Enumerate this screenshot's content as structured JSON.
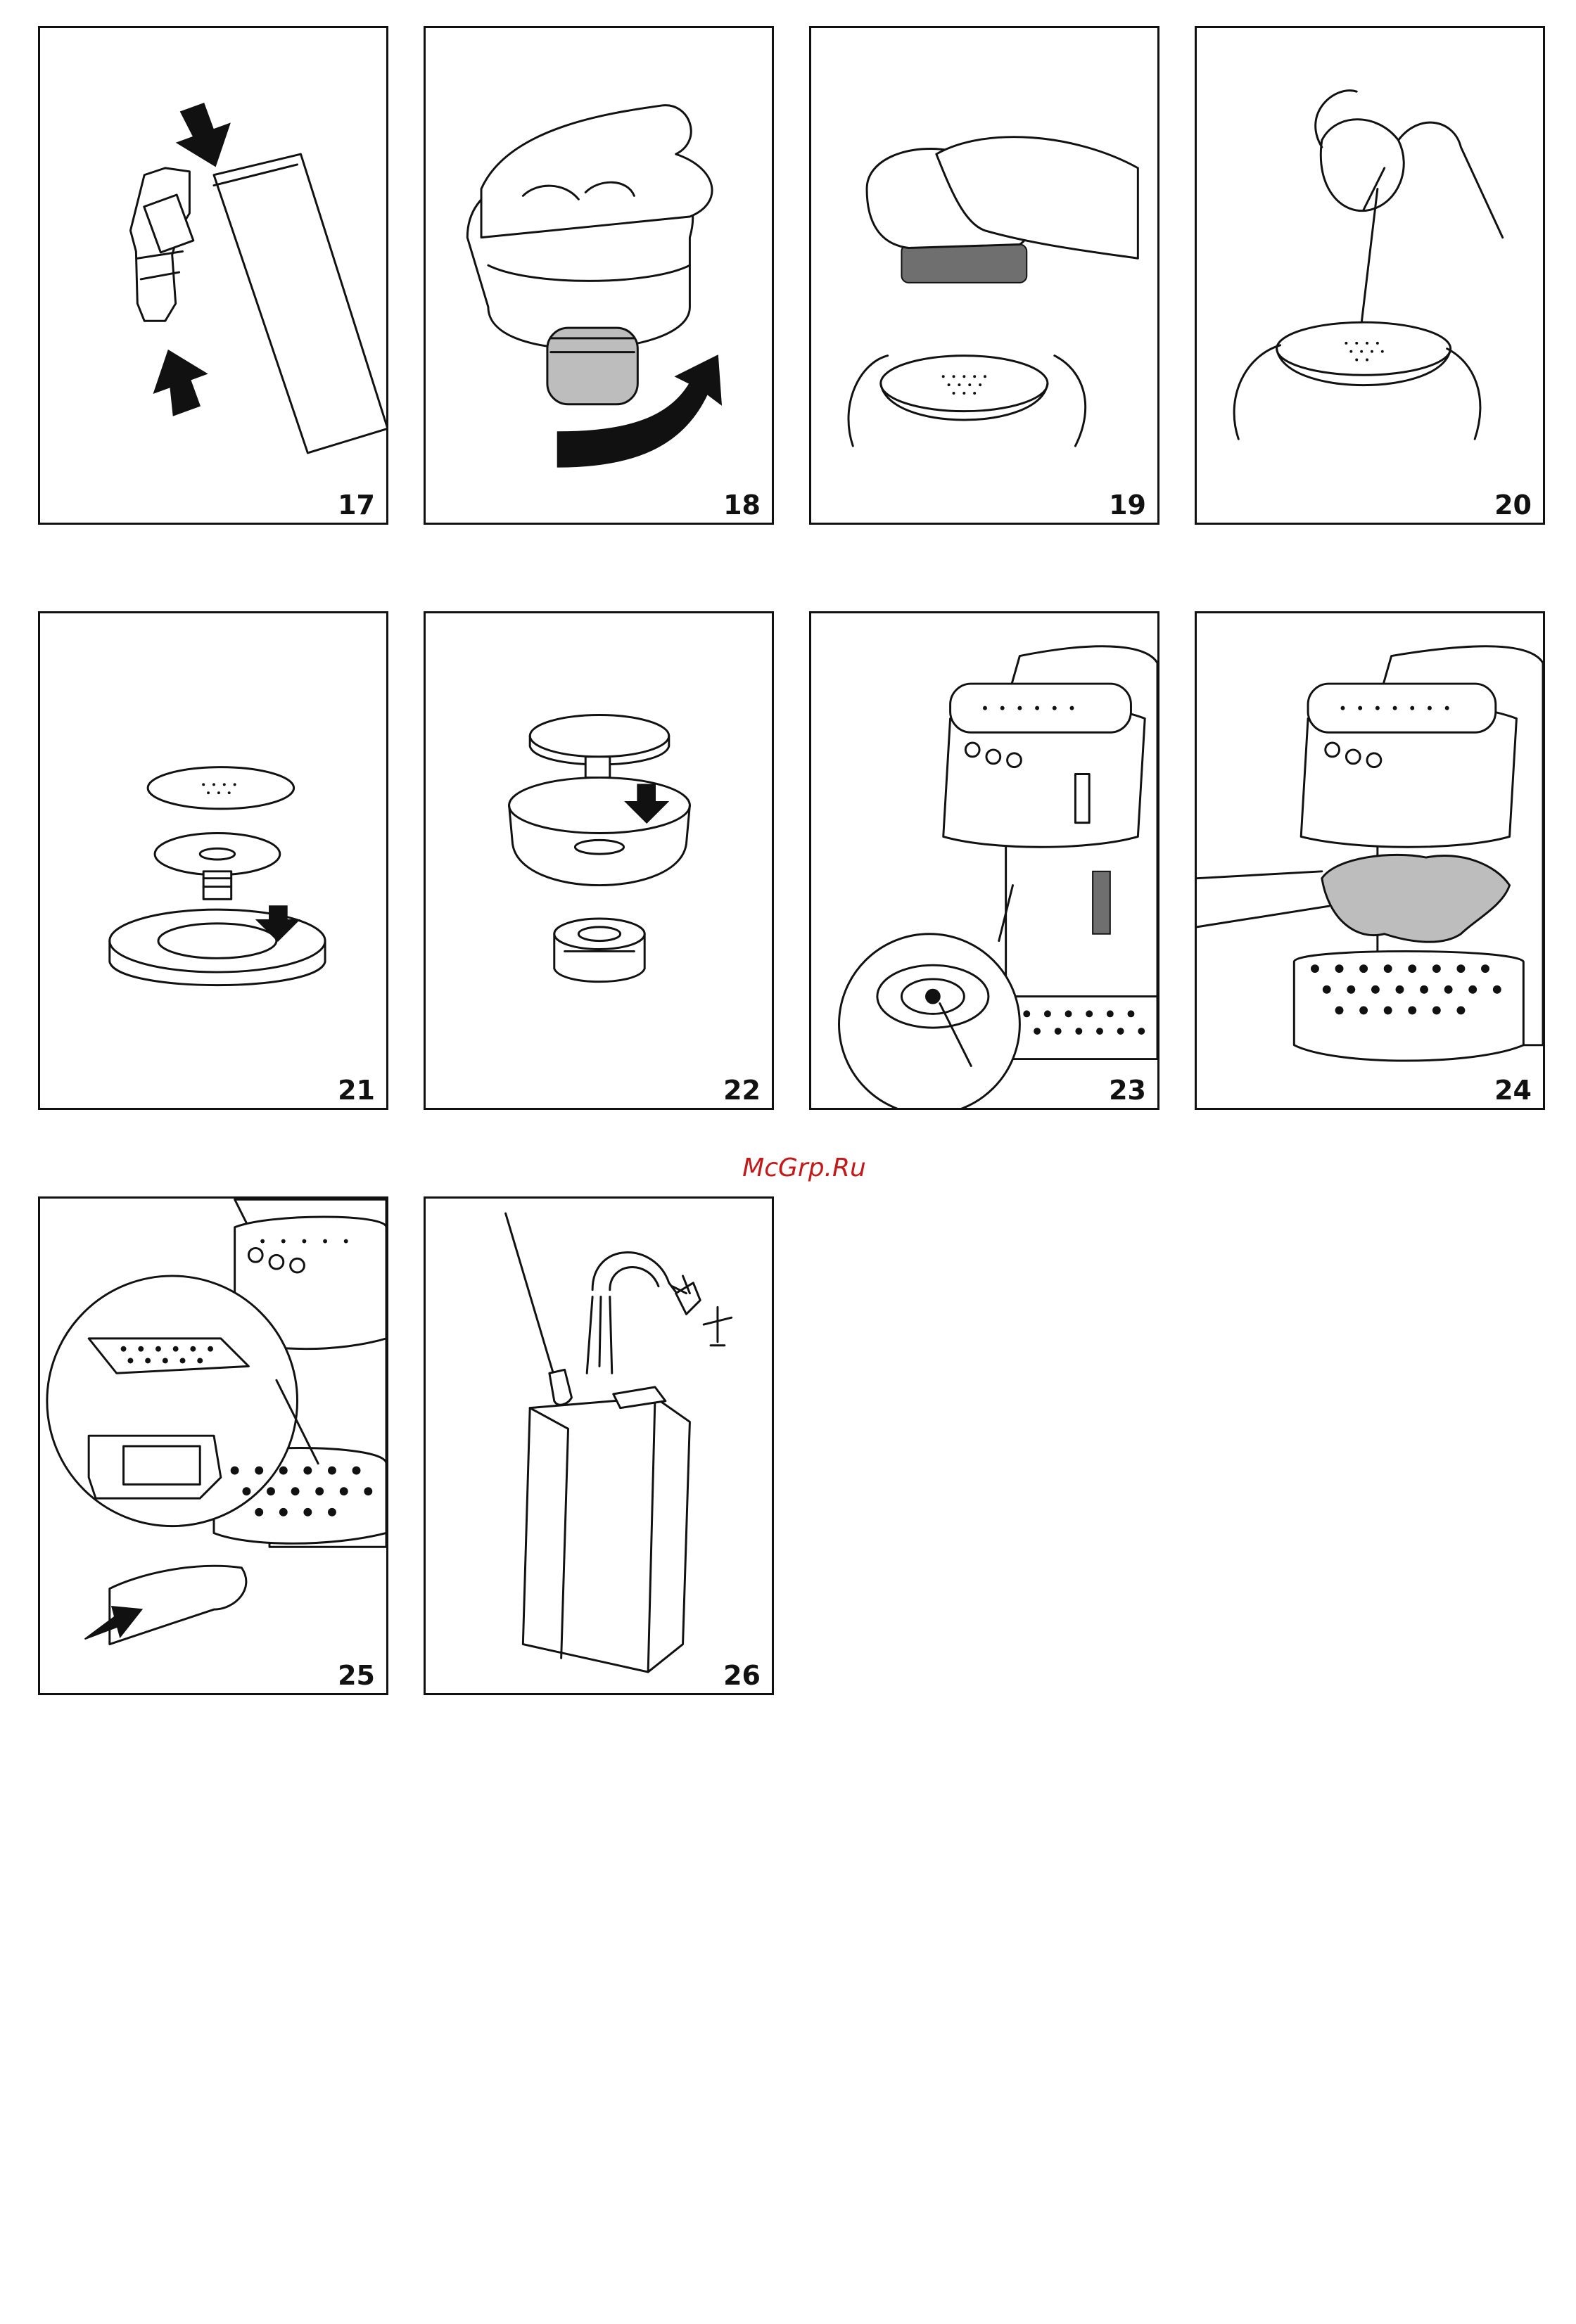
{
  "figures": [
    {
      "number": "17",
      "icon": "filter-cartridge-illustration"
    },
    {
      "number": "18",
      "icon": "twist-off-filter-illustration"
    },
    {
      "number": "19",
      "icon": "brush-filter-illustration"
    },
    {
      "number": "20",
      "icon": "pin-clean-holes-illustration"
    },
    {
      "number": "21",
      "icon": "filter-parts-exploded-illustration"
    },
    {
      "number": "22",
      "icon": "filter-holder-exploded-illustration"
    },
    {
      "number": "23",
      "icon": "clean-boiler-outlet-illustration"
    },
    {
      "number": "24",
      "icon": "wipe-boiler-illustration"
    },
    {
      "number": "25",
      "icon": "remove-drip-tray-illustration"
    },
    {
      "number": "26",
      "icon": "wash-water-tank-illustration"
    }
  ],
  "watermark": "McGrp.Ru"
}
